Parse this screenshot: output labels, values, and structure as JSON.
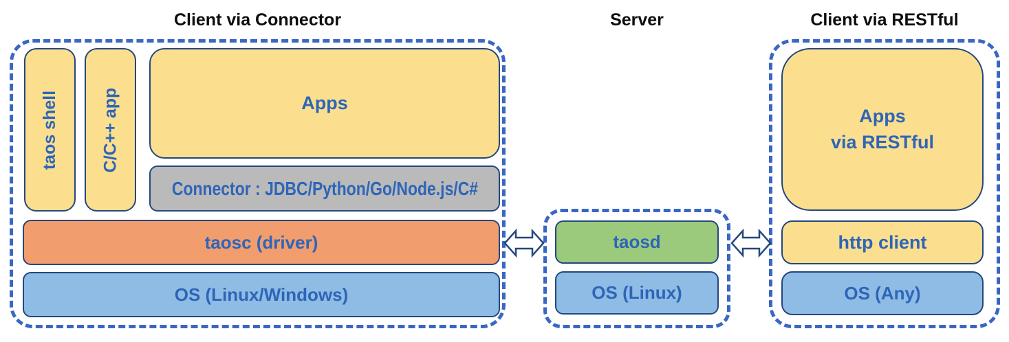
{
  "colors": {
    "box_yellow": "#FBDF8E",
    "box_orange": "#F29D6E",
    "box_blue": "#8FBCE4",
    "box_green": "#9BCA7D",
    "box_gray": "#BABABA",
    "stroke_navy": "#24477E",
    "dash_blue": "#3A67C4",
    "text_blue": "#2E65B8",
    "title_black": "#0D0D0D"
  },
  "sections": {
    "connector_client": {
      "title": "Client via Connector",
      "taos_shell": "taos shell",
      "cpp_app": "C/C++ app",
      "apps": "Apps",
      "connector": "Connector : JDBC/Python/Go/Node.js/C#",
      "taosc": "taosc (driver)",
      "os": "OS (Linux/Windows)"
    },
    "server": {
      "title": "Server",
      "taosd": "taosd",
      "os": "OS (Linux)"
    },
    "restful_client": {
      "title": "Client via RESTful",
      "apps_line1": "Apps",
      "apps_line2": "via RESTful",
      "http_client": "http client",
      "os": "OS (Any)"
    }
  }
}
